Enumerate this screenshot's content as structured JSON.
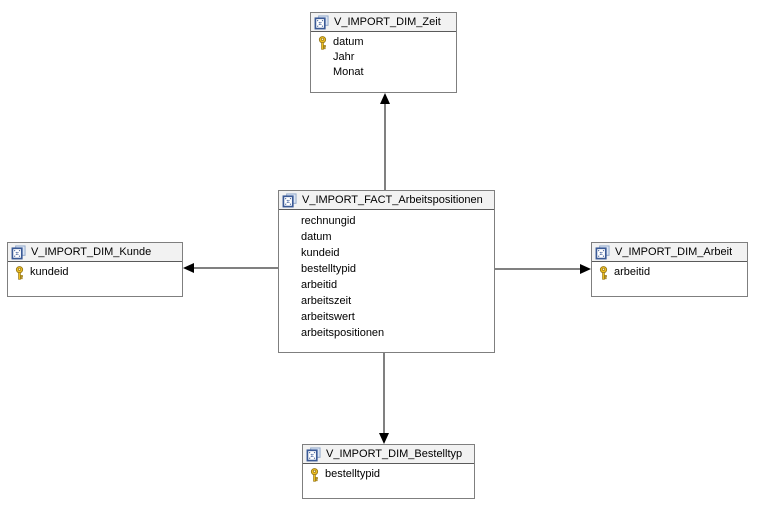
{
  "diagram": {
    "type": "database-diagram",
    "colors": {
      "background": "#ffffff",
      "table_border": "#7f7f7f",
      "header_background": "#f2f2f2",
      "header_separator": "#5a5a5a",
      "text": "#000000",
      "arrow": "#000000",
      "key_icon_gold": "#f0c020",
      "view_icon_blue": "#3b5a96"
    },
    "tables": [
      {
        "id": "zeit",
        "title": "V_IMPORT_DIM_Zeit",
        "fields": [
          {
            "name": "datum",
            "key": true
          },
          {
            "name": "Jahr",
            "key": false
          },
          {
            "name": "Monat",
            "key": false
          }
        ]
      },
      {
        "id": "fact",
        "title": "V_IMPORT_FACT_Arbeitspositionen",
        "fields": [
          {
            "name": "rechnungid",
            "key": false
          },
          {
            "name": "datum",
            "key": false
          },
          {
            "name": "kundeid",
            "key": false
          },
          {
            "name": "bestelltypid",
            "key": false
          },
          {
            "name": "arbeitid",
            "key": false
          },
          {
            "name": "arbeitszeit",
            "key": false
          },
          {
            "name": "arbeitswert",
            "key": false
          },
          {
            "name": "arbeitspositionen",
            "key": false
          }
        ]
      },
      {
        "id": "kunde",
        "title": "V_IMPORT_DIM_Kunde",
        "fields": [
          {
            "name": "kundeid",
            "key": true
          }
        ]
      },
      {
        "id": "arbeit",
        "title": "V_IMPORT_DIM_Arbeit",
        "fields": [
          {
            "name": "arbeitid",
            "key": true
          }
        ]
      },
      {
        "id": "bestelltyp",
        "title": "V_IMPORT_DIM_Bestelltyp",
        "fields": [
          {
            "name": "bestelltypid",
            "key": true
          }
        ]
      }
    ],
    "relations": [
      {
        "from": "V_IMPORT_FACT_Arbeitspositionen",
        "to": "V_IMPORT_DIM_Zeit",
        "direction": "up"
      },
      {
        "from": "V_IMPORT_FACT_Arbeitspositionen",
        "to": "V_IMPORT_DIM_Kunde",
        "direction": "left"
      },
      {
        "from": "V_IMPORT_FACT_Arbeitspositionen",
        "to": "V_IMPORT_DIM_Arbeit",
        "direction": "right"
      },
      {
        "from": "V_IMPORT_FACT_Arbeitspositionen",
        "to": "V_IMPORT_DIM_Bestelltyp",
        "direction": "down"
      }
    ]
  }
}
